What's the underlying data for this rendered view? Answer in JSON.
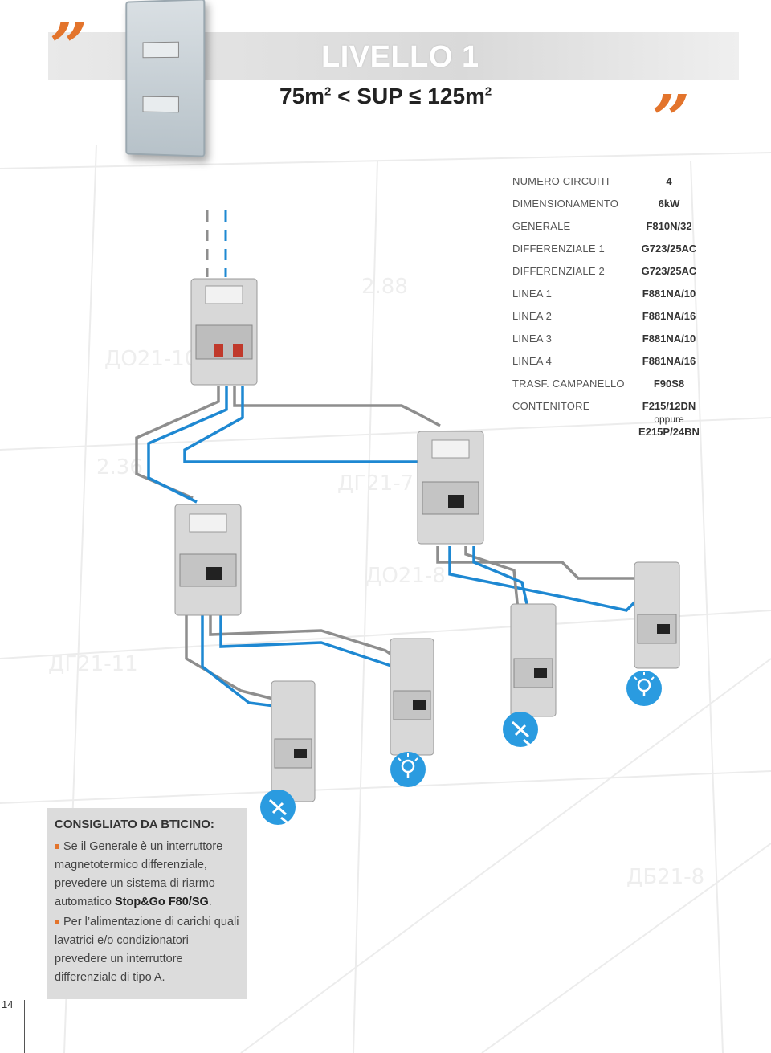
{
  "header": {
    "title": "LIVELLO 1",
    "subtitle_a": "75m",
    "subtitle_sup1": "2",
    "subtitle_b": " < SUP ≤ 125m",
    "subtitle_sup2": "2",
    "quote_open": "”",
    "quote_close": "”"
  },
  "specs": [
    {
      "label": "NUMERO CIRCUITI",
      "value": "4"
    },
    {
      "label": "DIMENSIONAMENTO",
      "value": "6kW"
    },
    {
      "label": "GENERALE",
      "value": "F810N/32"
    },
    {
      "label": "DIFFERENZIALE 1",
      "value": "G723/25AC"
    },
    {
      "label": "DIFFERENZIALE 2",
      "value": "G723/25AC"
    },
    {
      "label": "LINEA 1",
      "value": "F881NA/10"
    },
    {
      "label": "LINEA 2",
      "value": "F881NA/16"
    },
    {
      "label": "LINEA 3",
      "value": "F881NA/10"
    },
    {
      "label": "LINEA 4",
      "value": "F881NA/16"
    },
    {
      "label": "TRASF. CAMPANELLO",
      "value": "F90S8"
    }
  ],
  "container": {
    "label": "CONTENITORE",
    "value1": "F215/12DN",
    "or": "oppure",
    "value2": "E215P/24BN"
  },
  "advice": {
    "title": "CONSIGLIATO DA BTICINO:",
    "item1_text": "Se il Generale è un interruttore magnetotermico differenziale, prevedere un sistema di riarmo automatico ",
    "item1_bold": "Stop&Go F80/SG",
    "item1_end": ".",
    "item2_text": "Per l’alimentazione di carichi quali lavatrici e/o condizionatori prevedere un interruttore differenziale di tipo A."
  },
  "page_number": "14",
  "colors": {
    "accent": "#e3742c",
    "wire_blue": "#1e88d2",
    "wire_grey": "#8e8e8e",
    "icon_blue": "#2a9be0"
  },
  "icons": [
    "lightbulb-icon",
    "plug-icon",
    "lightbulb-icon",
    "plug-icon"
  ]
}
